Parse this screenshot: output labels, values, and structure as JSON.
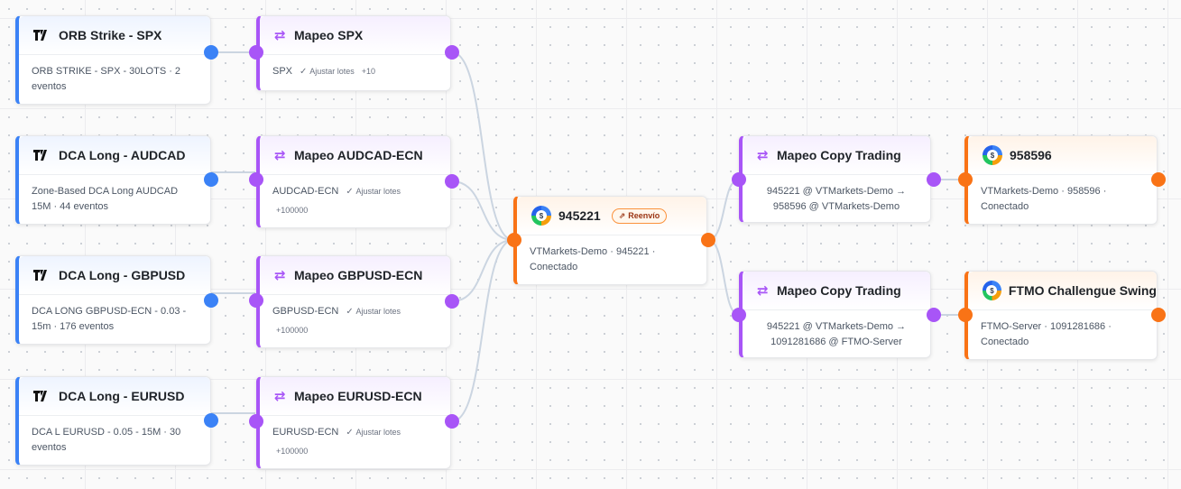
{
  "sources": [
    {
      "title": "ORB Strike - SPX",
      "desc": "ORB STRIKE - SPX - 30LOTS · 2 eventos"
    },
    {
      "title": "DCA Long - AUDCAD",
      "desc": "Zone-Based DCA Long AUDCAD 15M · 44 eventos"
    },
    {
      "title": "DCA Long - GBPUSD",
      "desc": "DCA LONG GBPUSD-ECN - 0.03 - 15m · 176 eventos"
    },
    {
      "title": "DCA Long - EURUSD",
      "desc": "DCA L EURUSD - 0.05 - 15M · 30 eventos"
    }
  ],
  "mappings": [
    {
      "title": "Mapeo SPX",
      "symbol": "SPX",
      "adjust": "Ajustar lotes",
      "value": "+10"
    },
    {
      "title": "Mapeo AUDCAD-ECN",
      "symbol": "AUDCAD-ECN",
      "adjust": "Ajustar lotes",
      "value": "+100000"
    },
    {
      "title": "Mapeo GBPUSD-ECN",
      "symbol": "GBPUSD-ECN",
      "adjust": "Ajustar lotes",
      "value": "+100000"
    },
    {
      "title": "Mapeo EURUSD-ECN",
      "symbol": "EURUSD-ECN",
      "adjust": "Ajustar lotes",
      "value": "+100000"
    }
  ],
  "hub": {
    "title": "945221",
    "badge": "Reenvío",
    "desc": "VTMarkets-Demo · 945221 · Conectado"
  },
  "copy": [
    {
      "title": "Mapeo Copy Trading",
      "line1": "945221 @ VTMarkets-Demo →",
      "line2": "958596 @ VTMarkets-Demo"
    },
    {
      "title": "Mapeo Copy Trading",
      "line1": "945221 @ VTMarkets-Demo →",
      "line2": "1091281686 @ FTMO-Server"
    }
  ],
  "targets": [
    {
      "title": "958596",
      "desc": "VTMarkets-Demo · 958596 · Conectado"
    },
    {
      "title": "FTMO Challengue Swing",
      "desc": "FTMO-Server · 1091281686 · Conectado"
    }
  ],
  "icons": {
    "source": "tradingview-icon",
    "mapping": "swap-arrows-icon",
    "account": "metatrader-icon",
    "check": "check-icon",
    "forward": "forward-icon"
  },
  "colors": {
    "source": "#3b82f6",
    "mapping": "#a855f7",
    "account": "#f97316",
    "edge": "#cbd5e1"
  }
}
